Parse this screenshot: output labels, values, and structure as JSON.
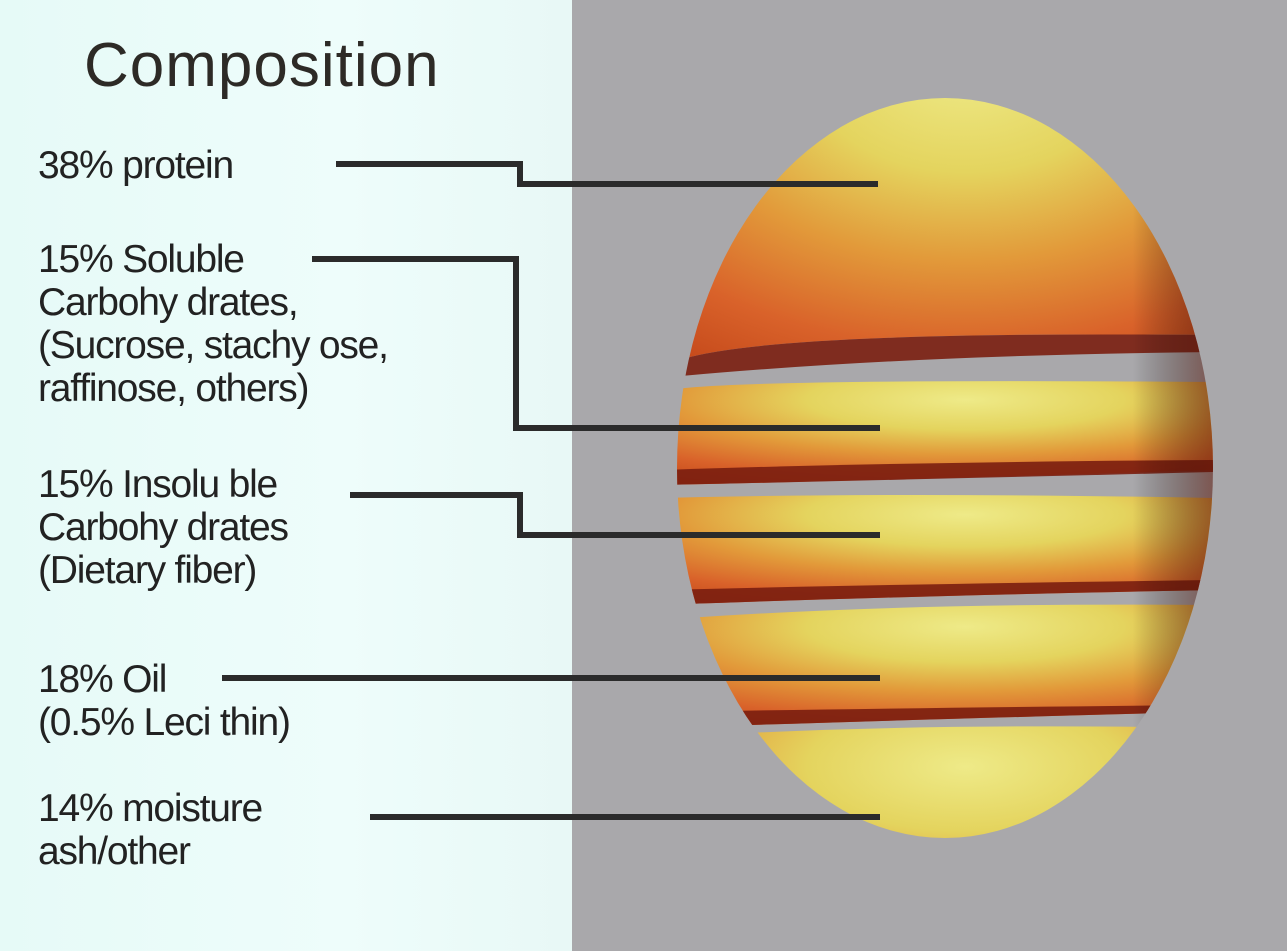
{
  "title": "Composition",
  "components": [
    {
      "label": "38% protein",
      "percent": 38
    },
    {
      "label": "15% Soluble\nCarbohy drates,\n(Sucrose, stachy ose,\nraffinose, others)",
      "percent": 15
    },
    {
      "label": "15% Insolu ble\nCarbohy drates\n(Dietary fiber)",
      "percent": 15
    },
    {
      "label": "18% Oil\n(0.5% Leci thin)",
      "percent": 18
    },
    {
      "label": "14% moisture\nash/other",
      "percent": 14
    }
  ],
  "colors": {
    "left_background": "#eafbf9",
    "right_background": "#a9a8ab",
    "leader_line": "#2b2b2b",
    "bean_light": "#e8e070",
    "bean_dark": "#d2541c",
    "slice_gap": "#7a1e10"
  }
}
